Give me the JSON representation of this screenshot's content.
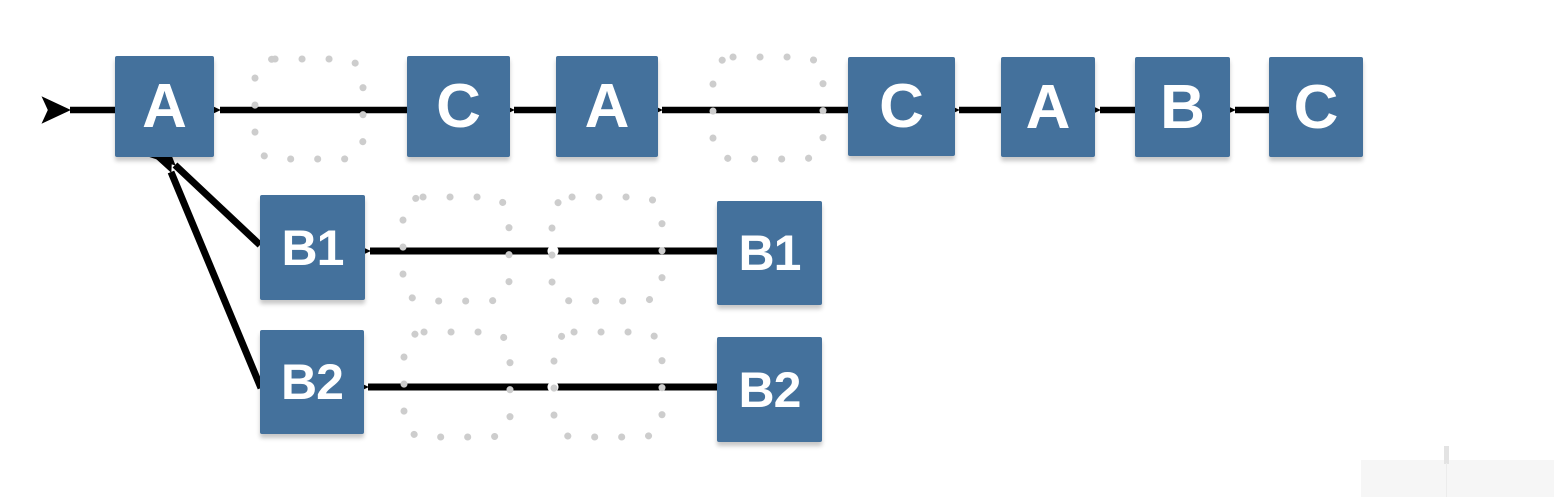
{
  "diagram": {
    "colors": {
      "node_fill": "#44719C",
      "node_text": "#FFFFFF",
      "edge": "#000000",
      "ghost_dot": "#CDCDCD",
      "background": "#FFFFFF"
    },
    "nodes": {
      "main_row": [
        {
          "id": "A1",
          "label": "A"
        },
        {
          "id": "C1",
          "label": "C"
        },
        {
          "id": "A2",
          "label": "A"
        },
        {
          "id": "C2",
          "label": "C"
        },
        {
          "id": "A3",
          "label": "A"
        },
        {
          "id": "B",
          "label": "B"
        },
        {
          "id": "C3",
          "label": "C"
        }
      ],
      "branch_row_1": [
        {
          "id": "B1-left",
          "label": "B1"
        },
        {
          "id": "B1-right",
          "label": "B1"
        }
      ],
      "branch_row_2": [
        {
          "id": "B2-left",
          "label": "B2"
        },
        {
          "id": "B2-right",
          "label": "B2"
        }
      ]
    },
    "ghost_slots": {
      "main_row": 2,
      "branch_row_1": 2,
      "branch_row_2": 2
    },
    "edges": [
      {
        "from": "A1",
        "to": "offscreen-left"
      },
      {
        "from": "C1",
        "to": "A1"
      },
      {
        "from": "A2",
        "to": "C1"
      },
      {
        "from": "C2",
        "to": "A2"
      },
      {
        "from": "A3",
        "to": "C2"
      },
      {
        "from": "B",
        "to": "A3"
      },
      {
        "from": "C3",
        "to": "B"
      },
      {
        "from": "B1-right",
        "to": "B1-left"
      },
      {
        "from": "B2-right",
        "to": "B2-left"
      },
      {
        "from": "B1-left",
        "to": "A1"
      },
      {
        "from": "B2-left",
        "to": "A1"
      }
    ]
  }
}
